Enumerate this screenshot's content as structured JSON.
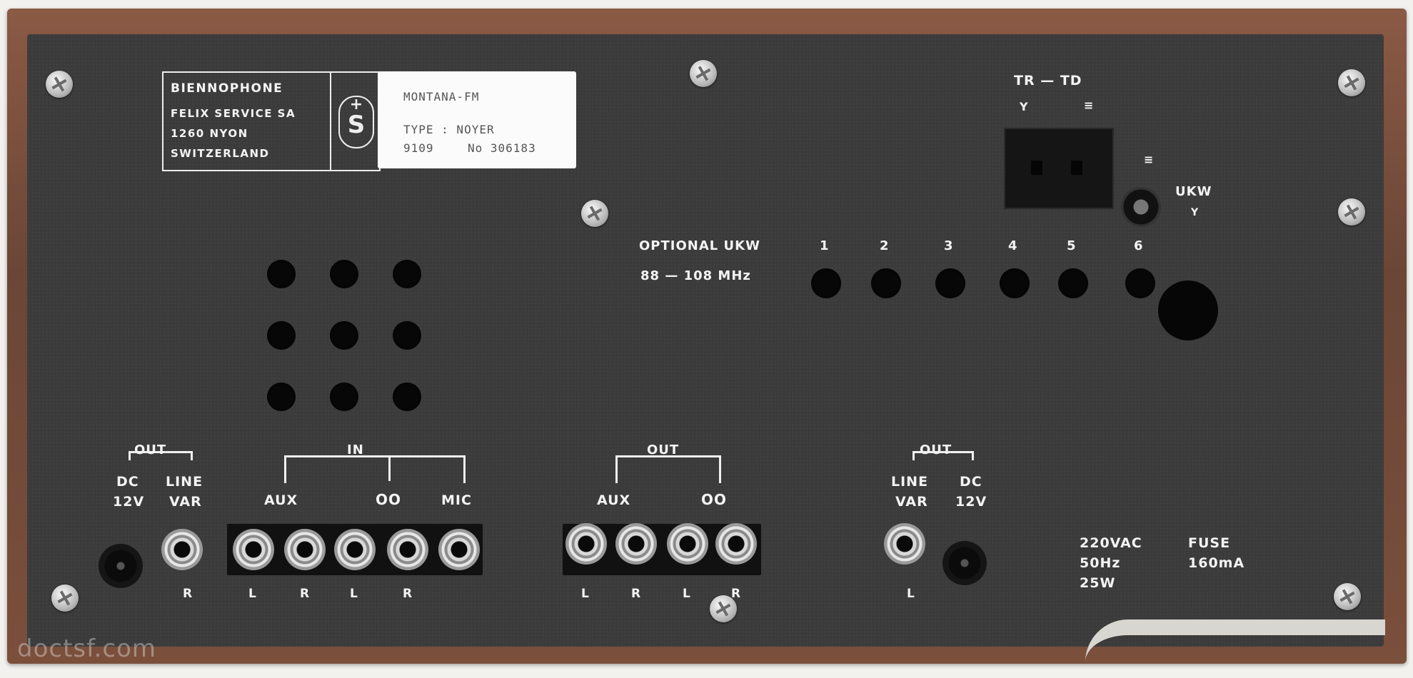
{
  "brand_plate": {
    "line1": "BIENNOPHONE",
    "line2": "FELIX SERVICE SA",
    "line3": "1260 NYON",
    "line4": "SWITZERLAND",
    "logo": "S"
  },
  "model_label": {
    "model": "MONTANA-FM",
    "type": "TYPE : NOYER",
    "code": "9109",
    "serial": "No 306183"
  },
  "antenna": {
    "title": "TR — TD",
    "ukw": "UKW",
    "optional": "OPTIONAL UKW",
    "band": "88 — 108 MHz",
    "presets": [
      "1",
      "2",
      "3",
      "4",
      "5",
      "6"
    ]
  },
  "left_out": {
    "group": "OUT",
    "dc": "DC",
    "dc_v": "12V",
    "line": "LINE",
    "var": "VAR",
    "channel": "R"
  },
  "inputs": {
    "group": "IN",
    "aux": "AUX",
    "tape": "OO",
    "mic": "MIC",
    "channels": [
      "L",
      "R",
      "L",
      "R"
    ]
  },
  "outputs": {
    "group": "OUT",
    "aux": "AUX",
    "tape": "OO",
    "channels": [
      "L",
      "R",
      "L",
      "R"
    ]
  },
  "right_out": {
    "group": "OUT",
    "line": "LINE",
    "var": "VAR",
    "dc": "DC",
    "dc_v": "12V",
    "channel": "L"
  },
  "power": {
    "voltage": "220VAC",
    "freq": "50Hz",
    "watts": "25W",
    "fuse": "FUSE",
    "fuse_val": "160mA"
  },
  "watermark": "doctsf.com"
}
